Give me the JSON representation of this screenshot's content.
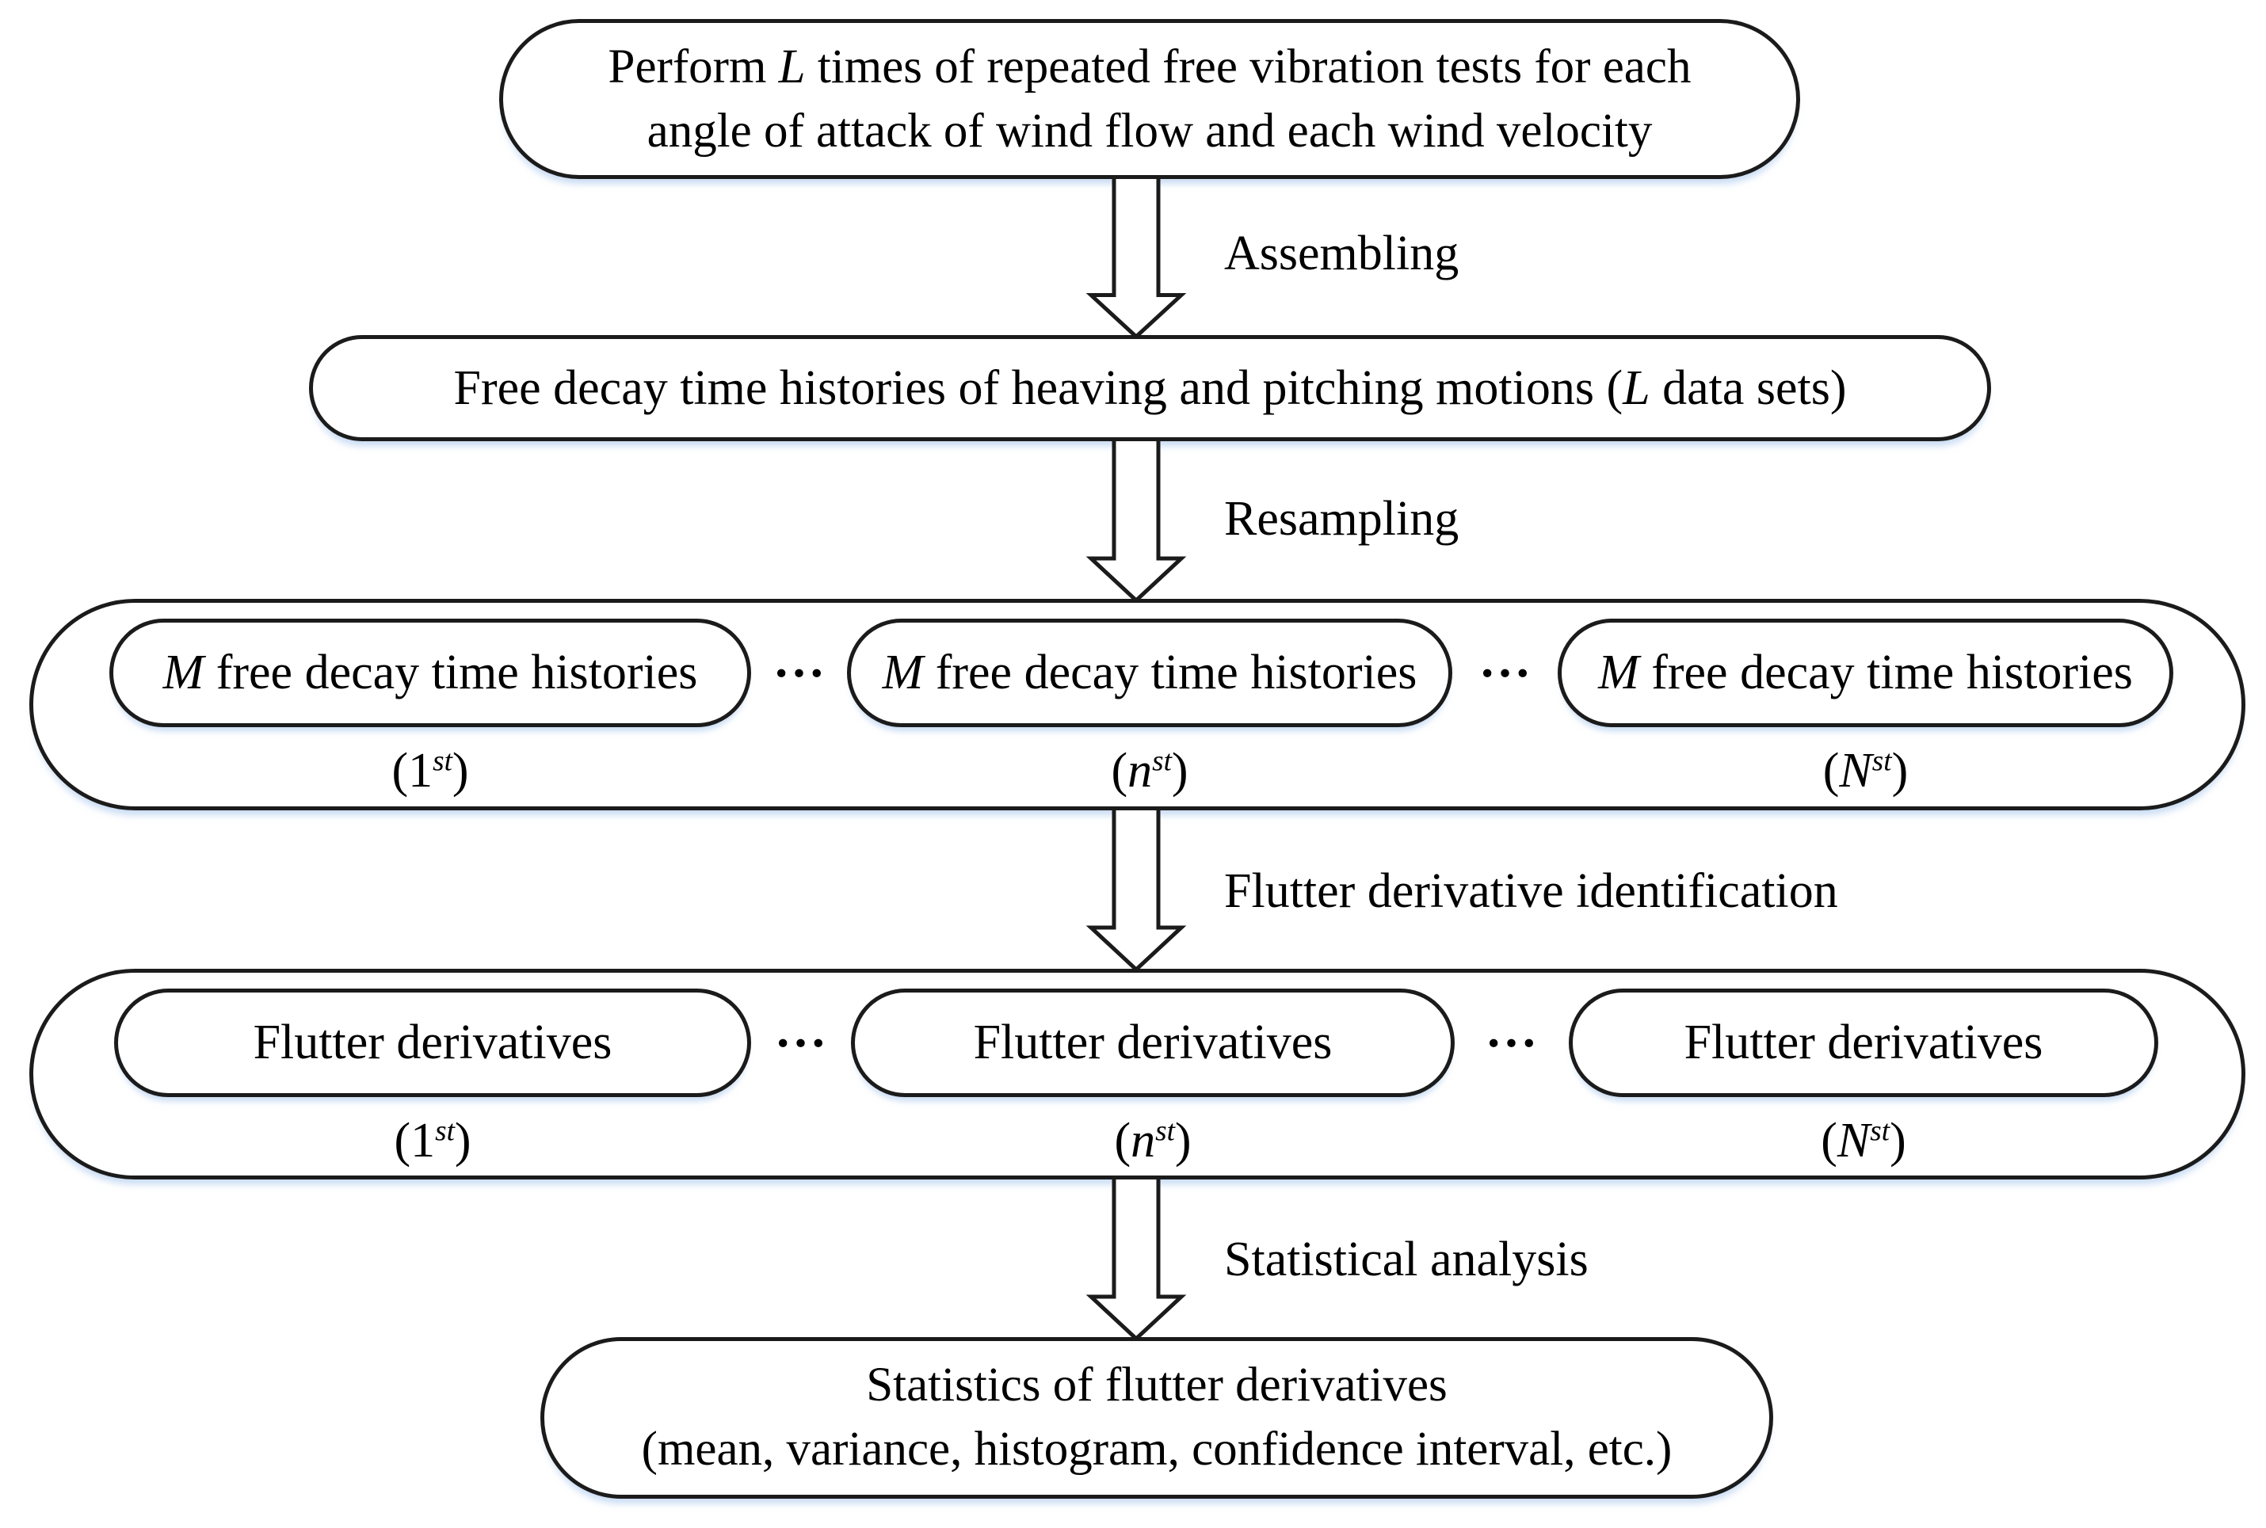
{
  "colors": {
    "border": "#1b1b1b",
    "text": "#000000",
    "shadow": "rgba(163,195,235,0.6)",
    "background": "#ffffff"
  },
  "flow": {
    "step1": {
      "line1_pre": "Perform ",
      "line1_var": "L",
      "line1_post": " times of repeated free vibration tests for each",
      "line2": "angle of attack of wind flow and each wind velocity"
    },
    "arrow1_label": "Assembling",
    "step2": {
      "pre": "Free decay time histories of heaving and pitching motions (",
      "var": "L",
      "post": " data sets)"
    },
    "arrow2_label": "Resampling",
    "step3": {
      "boxes": [
        {
          "var": "M",
          "text": " free decay time histories"
        },
        {
          "var": "M",
          "text": " free decay time histories"
        },
        {
          "var": "M",
          "text": " free decay time histories"
        }
      ],
      "separator": "···",
      "tags": [
        {
          "open": "(",
          "index": "1",
          "sup": "st",
          "close": ")"
        },
        {
          "open": "(",
          "index": "n",
          "sup": "st",
          "close": ")"
        },
        {
          "open": "(",
          "index": "N",
          "sup": "st",
          "close": ")"
        }
      ]
    },
    "arrow3_label": "Flutter derivative identification",
    "step4": {
      "boxes": [
        {
          "text": "Flutter derivatives"
        },
        {
          "text": "Flutter derivatives"
        },
        {
          "text": "Flutter derivatives"
        }
      ],
      "separator": "···",
      "tags": [
        {
          "open": "(",
          "index": "1",
          "sup": "st",
          "close": ")"
        },
        {
          "open": "(",
          "index": "n",
          "sup": "st",
          "close": ")"
        },
        {
          "open": "(",
          "index": "N",
          "sup": "st",
          "close": ")"
        }
      ]
    },
    "arrow4_label": "Statistical analysis",
    "step5": {
      "line1": "Statistics of flutter derivatives",
      "line2": "(mean, variance, histogram, confidence interval, etc.)"
    }
  }
}
